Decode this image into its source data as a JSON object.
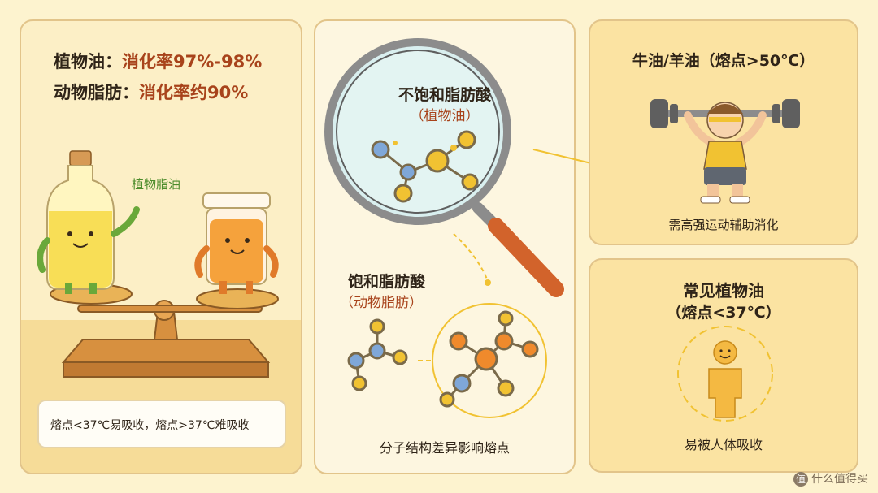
{
  "left_panel": {
    "line1_label": "植物油：",
    "line1_value": "消化率97%-98%",
    "line2_label": "动物脂肪：",
    "line2_value": "消化率约90%",
    "veg_fat_label": "植物脂油",
    "note": "熔点<37℃易吸收，熔点>37℃难吸收"
  },
  "center_panel": {
    "ufa_title": "不饱和脂肪酸",
    "ufa_sub": "（植物油）",
    "sfa_title": "饱和脂肪酸",
    "sfa_sub": "（动物脂肪）",
    "caption": "分子结构差异影响熔点"
  },
  "top_right_panel": {
    "title": "牛油/羊油（熔点>50℃）",
    "caption": "需高强运动辅助消化"
  },
  "bottom_right_panel": {
    "title": "常见植物油",
    "sub": "（熔点<37℃）",
    "caption": "易被人体吸收"
  },
  "watermark": {
    "badge": "值",
    "text": "什么值得买"
  },
  "colors": {
    "background": "#fdf3cf",
    "accent_red": "#a8431b",
    "accent_green": "#4c8c2b",
    "molecule_yellow": "#f1c232",
    "molecule_blue": "#7fa7d8",
    "molecule_orange": "#f08a2c"
  }
}
